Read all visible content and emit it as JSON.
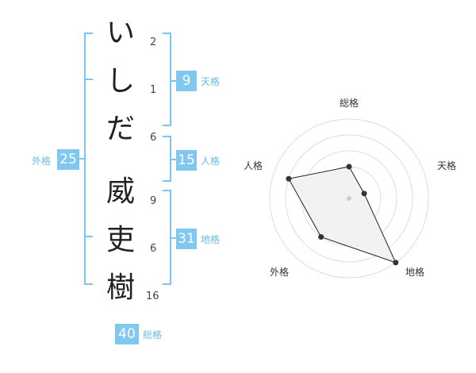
{
  "name": {
    "surname": [
      {
        "char": "い",
        "strokes": "2"
      },
      {
        "char": "し",
        "strokes": "1"
      },
      {
        "char": "だ",
        "strokes": "6"
      }
    ],
    "given": [
      {
        "char": "威",
        "strokes": "9"
      },
      {
        "char": "吏",
        "strokes": "6"
      },
      {
        "char": "樹",
        "strokes": "16"
      }
    ]
  },
  "scores": {
    "tenkaku": {
      "value": "9",
      "label": "天格"
    },
    "jinkaku": {
      "value": "15",
      "label": "人格"
    },
    "chikaku": {
      "value": "31",
      "label": "地格"
    },
    "gaikaku": {
      "value": "25",
      "label": "外格"
    },
    "soukaku": {
      "value": "40",
      "label": "総格"
    }
  },
  "radar": {
    "axes": [
      "総格",
      "天格",
      "地格",
      "外格",
      "人格"
    ],
    "values": [
      0.4,
      0.2,
      1.0,
      0.6,
      0.8
    ],
    "colors": {
      "fill": "#f0f0f0",
      "stroke": "#222222",
      "grid": "#dddddd",
      "accent": "#80c8f0"
    }
  }
}
